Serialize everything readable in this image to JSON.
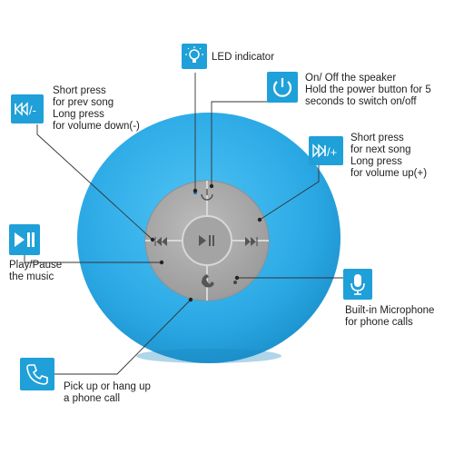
{
  "colors": {
    "speaker_body": "#2aa8e4",
    "button_face": "#a9a9a9",
    "icon_bg": "#1fa0d8",
    "leader_line": "#333333"
  },
  "callouts": {
    "led": {
      "icon": "lightbulb-icon",
      "lines": [
        "LED indicator"
      ]
    },
    "power": {
      "icon": "power-icon",
      "lines": [
        "On/ Off the speaker",
        "Hold the power button for 5",
        "seconds to switch on/off"
      ]
    },
    "prev": {
      "icon": "prev-volume-down-icon",
      "lines": [
        "Short press",
        "for prev song",
        "Long press",
        "for volume down(-)"
      ]
    },
    "next": {
      "icon": "next-volume-up-icon",
      "lines": [
        "Short press",
        "for next song",
        "Long press",
        "for volume up(+)"
      ]
    },
    "play": {
      "icon": "play-pause-icon",
      "lines": [
        "Play/Pause",
        "the music"
      ]
    },
    "mic": {
      "icon": "microphone-icon",
      "lines": [
        "Built-in Microphone",
        "for phone calls"
      ]
    },
    "call": {
      "icon": "phone-icon",
      "lines": [
        "Pick up or hang up",
        "a phone call"
      ]
    }
  }
}
